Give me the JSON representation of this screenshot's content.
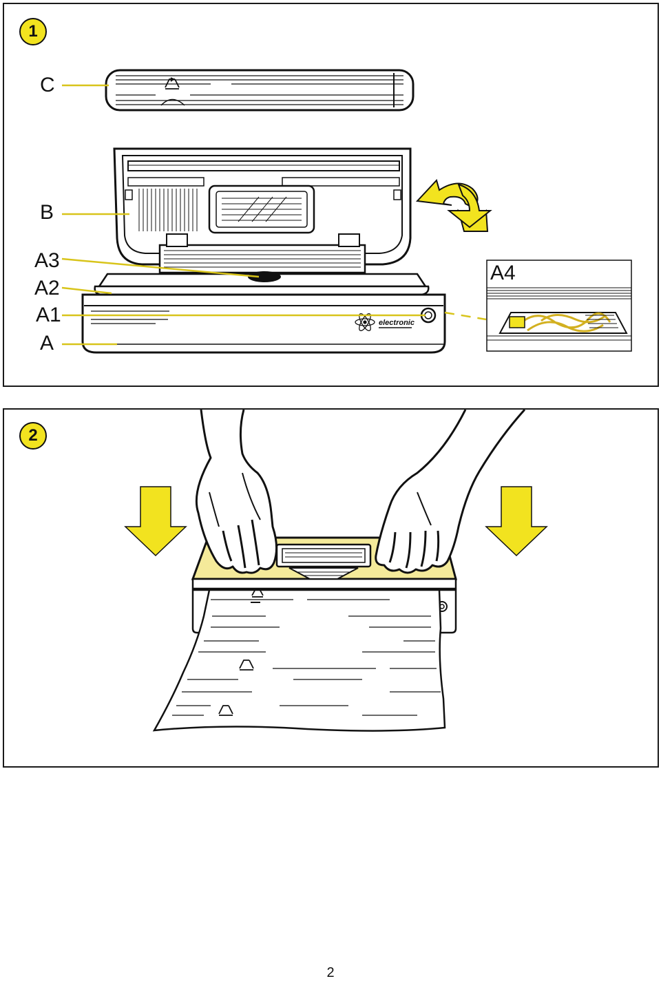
{
  "figure1": {
    "badge": "1",
    "labels": {
      "c": "C",
      "b": "B",
      "a3": "A3",
      "a2": "A2",
      "a1": "A1",
      "a": "A",
      "a4": "A4"
    },
    "brand_text": "electronic",
    "icons": [
      "recycle-icon",
      "rotate-arrow-icon",
      "atom-logo-icon",
      "power-button-icon"
    ]
  },
  "figure2": {
    "badge": "2",
    "icons": [
      "down-arrow-icon",
      "hand-icon",
      "recycle-icon"
    ]
  },
  "page_number": "2",
  "colors": {
    "accent_yellow": "#f2e31f",
    "leader_line_yellow": "#d8c41a",
    "lid_cream": "#f4ea9a",
    "line_black": "#111111"
  }
}
